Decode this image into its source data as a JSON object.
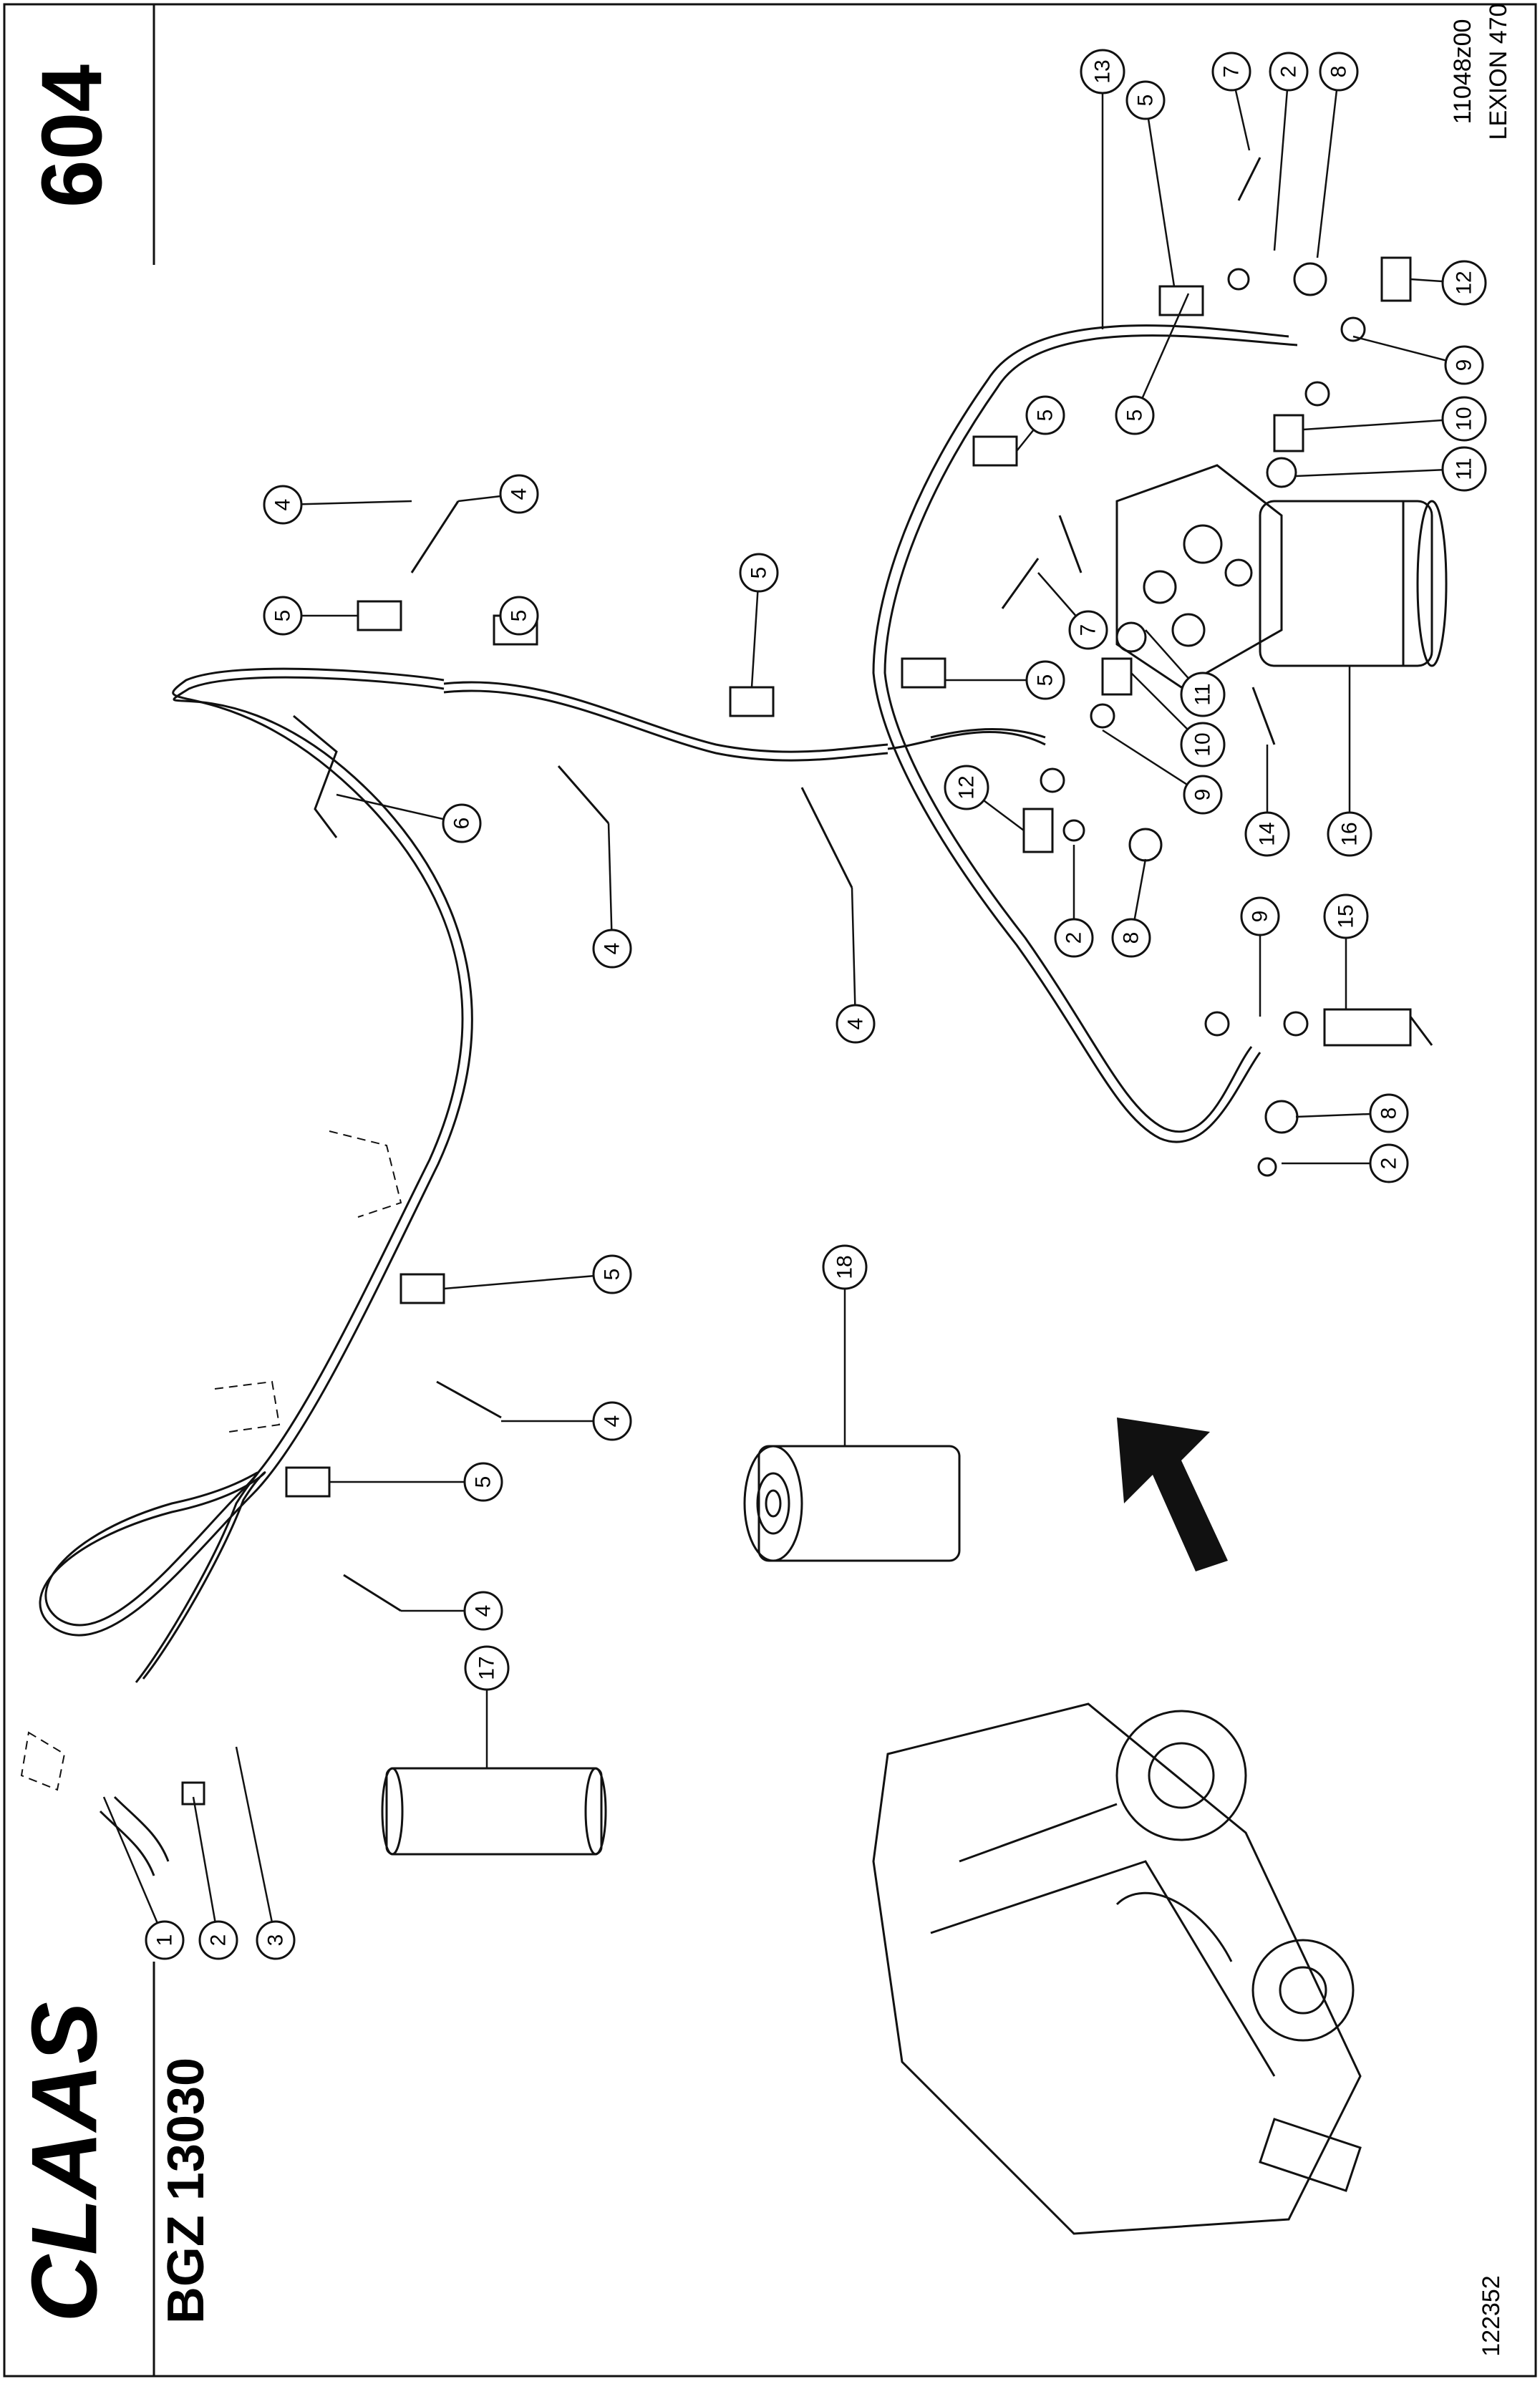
{
  "sheet": {
    "page_number": "604",
    "doc_code": "11048z00",
    "model": "LEXION 470",
    "brand": "CLAAS",
    "group": "BGZ 13030",
    "drawing_number": "122352"
  },
  "callouts": [
    {
      "id": "c1",
      "label": "1"
    },
    {
      "id": "c2a",
      "label": "2"
    },
    {
      "id": "c3",
      "label": "3"
    },
    {
      "id": "c4a",
      "label": "4"
    },
    {
      "id": "c5a",
      "label": "5"
    },
    {
      "id": "c4b",
      "label": "4"
    },
    {
      "id": "c5b",
      "label": "5"
    },
    {
      "id": "c17",
      "label": "17"
    },
    {
      "id": "c4c",
      "label": "4"
    },
    {
      "id": "c5c",
      "label": "5"
    },
    {
      "id": "c18",
      "label": "18"
    },
    {
      "id": "c4d",
      "label": "4"
    },
    {
      "id": "c6",
      "label": "6"
    },
    {
      "id": "c4e",
      "label": "4"
    },
    {
      "id": "c5d",
      "label": "5"
    },
    {
      "id": "c4f",
      "label": "4"
    },
    {
      "id": "c5e",
      "label": "5"
    },
    {
      "id": "c5f",
      "label": "5"
    },
    {
      "id": "c2b",
      "label": "2"
    },
    {
      "id": "c8a",
      "label": "8"
    },
    {
      "id": "c12a",
      "label": "12"
    },
    {
      "id": "c9a",
      "label": "9"
    },
    {
      "id": "c10a",
      "label": "10"
    },
    {
      "id": "c11a",
      "label": "11"
    },
    {
      "id": "c5g",
      "label": "5"
    },
    {
      "id": "c7a",
      "label": "7"
    },
    {
      "id": "c5h",
      "label": "5"
    },
    {
      "id": "c2c",
      "label": "2"
    },
    {
      "id": "c8b",
      "label": "8"
    },
    {
      "id": "c9b",
      "label": "9"
    },
    {
      "id": "c15",
      "label": "15"
    },
    {
      "id": "c14",
      "label": "14"
    },
    {
      "id": "c16",
      "label": "16"
    },
    {
      "id": "c13",
      "label": "13"
    },
    {
      "id": "c5i",
      "label": "5"
    },
    {
      "id": "c7b",
      "label": "7"
    },
    {
      "id": "c2d",
      "label": "2"
    },
    {
      "id": "c8c",
      "label": "8"
    },
    {
      "id": "c12b",
      "label": "12"
    },
    {
      "id": "c9c",
      "label": "9"
    },
    {
      "id": "c10b",
      "label": "10"
    },
    {
      "id": "c11b",
      "label": "11"
    }
  ]
}
